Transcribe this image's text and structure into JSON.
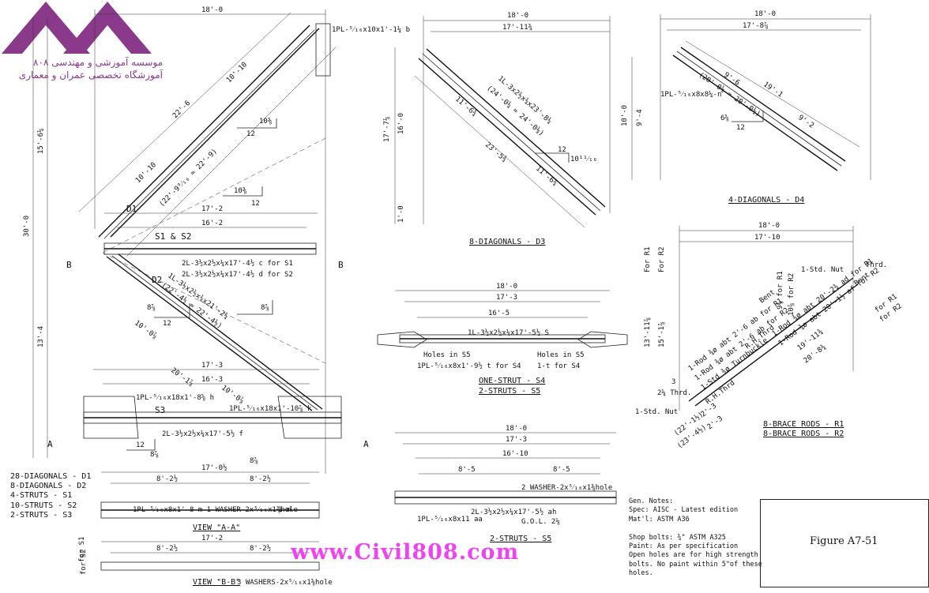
{
  "logo": {
    "line1": "موسسه آموزشی و مهندسی ۸۰۸",
    "line2": "آموزشگاه تخصصی عمران و معماری",
    "color": "#8b3a8b"
  },
  "watermark": "www.Civil808.com",
  "figure_label": "Figure A7-51",
  "titles": {
    "d3": "8-DIAGONALS - D3",
    "d4": "4-DIAGONALS - D4",
    "s4_line1": "ONE-STRUT - S4",
    "s4_line2": "2-STRUTS - S5",
    "s5": "2-STRUTS - S5",
    "r_line1": "8-BRACE RODS - R1",
    "r_line2": "8-BRACE RODS - R2",
    "view_a": "VIEW \"A-A\"",
    "view_b": "VIEW \"B-B\""
  },
  "legend": [
    "28-DIAGONALS - D1",
    "8-DIAGONALS - D2",
    "4-STRUTS - S1",
    "10-STRUTS - S2",
    "2-STRUTS - S3"
  ],
  "notes": [
    "Gen. Notes:",
    "Spec: AISC - Latest edition",
    "Mat'l: ASTM A36",
    "",
    "Shop bolts: ¾\" ASTM A325",
    "Paint: As per specification",
    "Open holes are for high strength",
    "bolts. No paint within 5\"of these",
    "holes."
  ],
  "labels": {
    "main_span": "18'-0",
    "main_17_2": "17'-2",
    "main_16_2": "16'-2",
    "main_17_3": "17'-3",
    "main_16_3": "16'-3",
    "main_17_0h": "17'-0½",
    "main_8_2a": "8'-2½",
    "main_8_2b": "8'-2½",
    "main_17_2b": "17'-2",
    "main_8_2c": "8'-2½",
    "main_8_2d": "8'-2½",
    "height_30": "30'-0",
    "height_15_6": "15'-6¼",
    "height_13_4": "13'-4",
    "d1": "D1",
    "d2": "D2",
    "s1s2": "S1 & S2",
    "s3": "S3",
    "d1_10_10a": "10'-10",
    "d1_22_6": "22'-6",
    "d1_10_10b": "10'-10",
    "d1_22_9": "(22'-9⁹⁄₁₆ ≈ 22'-9)",
    "d2_10_0": "10'-0⅞",
    "d2_10_0b": "10'-0⅞",
    "d2_20_1": "20'-1⅞",
    "d2_note": "(22'-4½ ≈ 22'-4½)",
    "d2_angle": "1L-3½x2½x¼x21'-2¼",
    "s1_member": "2L-3½x2½x¼x17'-4½ c for S1",
    "s2_member": "2L-3½x2½x¼x17'-4½ d for S2",
    "s3_member": "2L-3½x2½x¼x17'-5½ f",
    "pl_top": "1PL-⁵⁄₁₆x10x1'-1¼ b",
    "pl_g": "1PL-⁵⁄₁₆x18x1'-8⅝ h",
    "pl_k": "1PL-⁵⁄₁₆x18x1'-10⅞ k",
    "pl_m": "1PL-⁵⁄₁₆x8x1'-8 m 1 WASHER-2x⁵⁄₁₆x1⅜hole",
    "m_label": "1-m",
    "slope_12": "12",
    "slope_10_3": "10⅜",
    "slope_8_7": "8⅞",
    "b_label": "B",
    "a_label": "A",
    "view_b_note": "3 WASHERS-2x⁵⁄₁₆x1⅜hole",
    "for_s1": "for S1",
    "for_s2": "for S2",
    "d3_span": "18'-0",
    "d3_17_11": "17'-11¾",
    "d3_17_7": "17'-7¼",
    "d3_16_0": "16'-0",
    "d3_1_0": "1'-0",
    "d3_11_6a": "11'-6¾",
    "d3_11_6b": "11'-6¾",
    "d3_23_5": "23'-5¾",
    "d3_member": "1L-3x2½x¼x23'-8¼",
    "d3_note": "(24'-0¼ ≈ 24'-0⅛)",
    "d3_slope": "10¹¹⁄₁₆",
    "d4_span": "18'-0",
    "d4_17_8": "17'-8⅞",
    "d4_10_0": "10'-0",
    "d4_9_4": "9'-4",
    "d4_9_6": "9'-6",
    "d4_19_1": "19'-1",
    "d4_9_2": "9'-2",
    "d4_note": "(20'-0⅛ ≈ 20'-0½)",
    "d4_pl": "1PL-⁵⁄₁₆x8x8¼-n",
    "d4_slope": "6⅝",
    "s4_span": "18'-0",
    "s4_17_3": "17'-3",
    "s4_16_5": "16'-5",
    "s4_member": "1L-3½x2½x¼x17'-5½ S",
    "s4_holes": "Holes in S5",
    "s4_pl": "1PL-⁵⁄₁₆x8x1'-9½ t for S4",
    "s4_t": "1-t for S4",
    "s5_span": "18'-0",
    "s5_17_3": "17'-3",
    "s5_16_10": "16'-10",
    "s5_8_5a": "8'-5",
    "s5_8_5b": "8'-5",
    "s5_washer": "2 WASHER-2x⁵⁄₁₆x1⅜hole",
    "s5_member": "2L-3½x2½x¼x17'-5½ ah",
    "s5_pl": "1PL-⁵⁄₁₆x8x11 aa",
    "s5_gol": "G.O.L. 2⅛",
    "r_span": "18'-0",
    "r_17_10": "17'-10",
    "r_thrd": "Thrd.",
    "r_nut_top": "1-Std. Nut",
    "r_nut_bot": "1-Std. Nut",
    "r_13_11": "13'-11⅞",
    "r_15_1": "15'-1⅞",
    "r_rod1": "1-Rod ¾ø abt 2'-6 ab for R1",
    "r_rod2": "1-Rod ¾ø abt 2'-6 ab for R2",
    "r_turn": "1-Std ¾ø Turnbuckle",
    "r_rod3": "1-Rod ¾ø abt 20'-2¾ ad for R1",
    "r_rod4": "1-Rod ¾ø abt 20'-1½ af for R2",
    "r_rh1": "R.H.Thrd",
    "r_rh2": "R.H.Thrd",
    "r_bent1": "Bent",
    "r_bent2": "Bent",
    "r_19_11": "19'-11¾",
    "r_20_8": "20'-8¾",
    "r_2_3a": "2'-3",
    "r_2_3b": "2'-3",
    "r_22_1": "(22'-1½)",
    "r_23_4": "(23'-4½)",
    "r_for_r1": "For R1",
    "r_for_r2": "For R2",
    "r_for_r1b": "for R1",
    "r_for_r2b": "for R2",
    "r_slope1": "9⅜ for R1",
    "r_slope2": "10⅞ for R2",
    "r_3": "3",
    "r_2_thrd": "2¼ Thrd."
  }
}
